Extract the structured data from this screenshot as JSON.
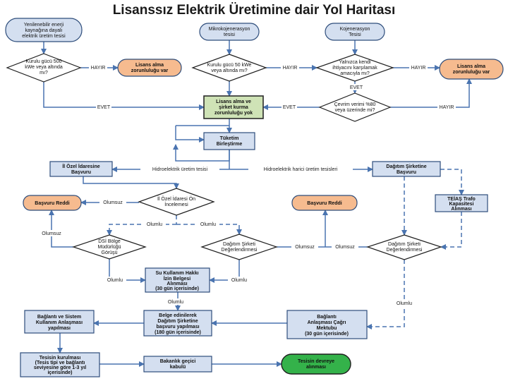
{
  "title": "Lisanssız Elektrik Üretimine dair Yol Haritası",
  "nodes": {
    "renewable": [
      "Yenilenebilir enerji",
      "kaynağına dayalı",
      "elektrik üretim tesisi"
    ],
    "micro": [
      "Mikrokojenerasyon",
      "tesisi"
    ],
    "cogen": [
      "Kojenerasyon",
      "Tesisi"
    ],
    "q_renewable": [
      "Kurulu gücü 500",
      "kWe veya altında",
      "mı?"
    ],
    "q_micro": [
      "Kurulu gücü 50 kWe",
      "veya altında mı?"
    ],
    "q_self": [
      "Yalnızca kendi",
      "ihtiyacını karşılamak",
      "amacıyla mı?"
    ],
    "q_eff": [
      "Çevrim verimi %80",
      "veya üzerinde mi?"
    ],
    "req_left": [
      "Lisans alma",
      "zorunluluğu var"
    ],
    "req_right": [
      "Lisans alma",
      "zorunluluğu var"
    ],
    "no_license": [
      "Lisans alma ve",
      "şirket kurma",
      "zorunluluğu yok"
    ],
    "consumption": [
      "Tüketim",
      "Birleştirme"
    ],
    "il_ozel": [
      "İl Özel İdaresine",
      "Başvuru"
    ],
    "dagitim_basvuru": [
      "Dağıtım Şirketine",
      "Başvuru"
    ],
    "q_il_ozel": [
      "İl Özel İdaresi Ön",
      "İncelemesi"
    ],
    "teias": [
      "TEİAŞ Trafo",
      "Kapasitesi",
      "Alınması"
    ],
    "reject_left": [
      "Başvuru Reddi"
    ],
    "reject_mid": [
      "Başvuru Reddi"
    ],
    "q_dsi": [
      "DSİ Bölge",
      "Müdürlüğü",
      "Görüşü"
    ],
    "q_dag_left": [
      "Dağıtım Şirketi",
      "Değerlendirmesi"
    ],
    "q_dag_right": [
      "Dağıtım Şirketi",
      "Değerlendirmesi"
    ],
    "su_kullanim": [
      "Su Kullanım Hakkı",
      "İzin Belgesi",
      "Alınması",
      "(30 gün içerisinde)"
    ],
    "belge": [
      "Belge edinilerek",
      "Dağıtım Şirketine",
      "başvuru yapılması",
      "(180 gün içerisinde)"
    ],
    "baglanti_cagri": [
      "Bağlantı",
      "Anlaşması Çağrı",
      "Mektubu",
      "(30 gün içerisinde)"
    ],
    "baglanti_sistem": [
      "Bağlantı ve Sistem",
      "Kullanım Anlaşması",
      "yapılması"
    ],
    "kurulum": [
      "Tesisin kurulması",
      "(Tesis tipi ve bağlantı",
      "seviyesine göre 1-3 yıl",
      "içerisinde)"
    ],
    "bakanlik": [
      "Bakanlık geçici",
      "kabulü"
    ],
    "devreye": [
      "Tesisin devreye",
      "alınması"
    ]
  },
  "labels": {
    "hayir": "HAYIR",
    "evet": "EVET",
    "olumsuz": "Olumsuz",
    "olumlu": "Olumlu",
    "hidro": "Hidroelektrik üretim tesisi",
    "hidro_harici": "Hidroelektrik harici üretim tesisleri"
  }
}
